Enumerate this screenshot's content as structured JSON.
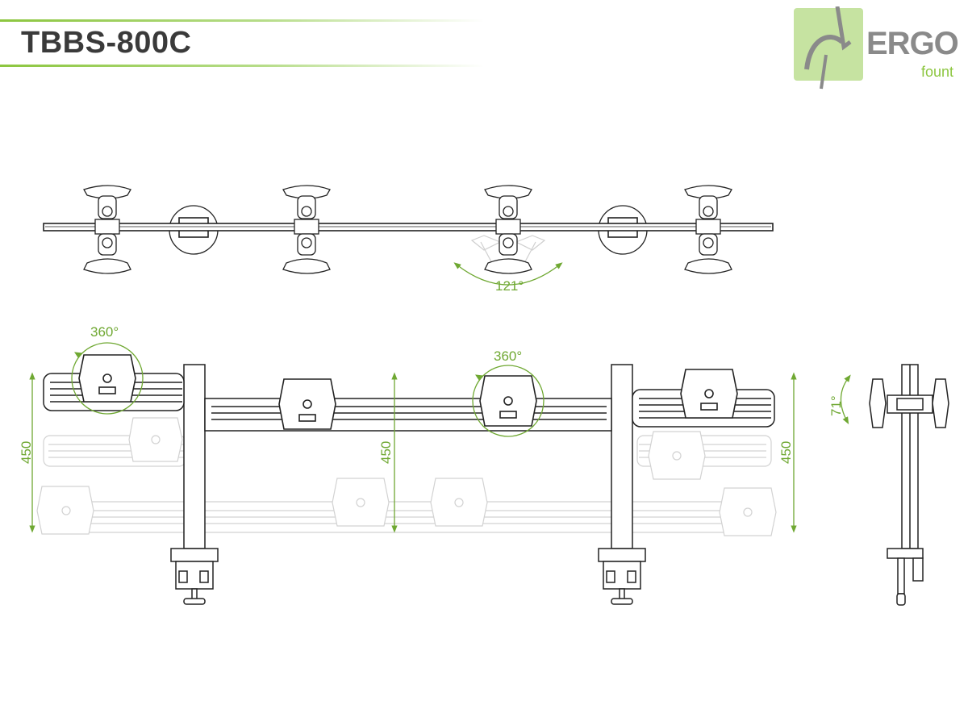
{
  "product": {
    "model": "TBBS-800C"
  },
  "brand": {
    "name": "ERGO",
    "sub": "fount"
  },
  "colors": {
    "accent": "#8cc63f",
    "dimension": "#6fa832",
    "line": "#222222",
    "ghost": "#cfcfcf"
  },
  "top_view": {
    "swivel_angle": "121°"
  },
  "front_view": {
    "rotation_left": "360°",
    "rotation_center": "360°",
    "height_left": "450",
    "height_center": "450",
    "height_right": "450"
  },
  "side_view": {
    "tilt_angle": "71°"
  }
}
